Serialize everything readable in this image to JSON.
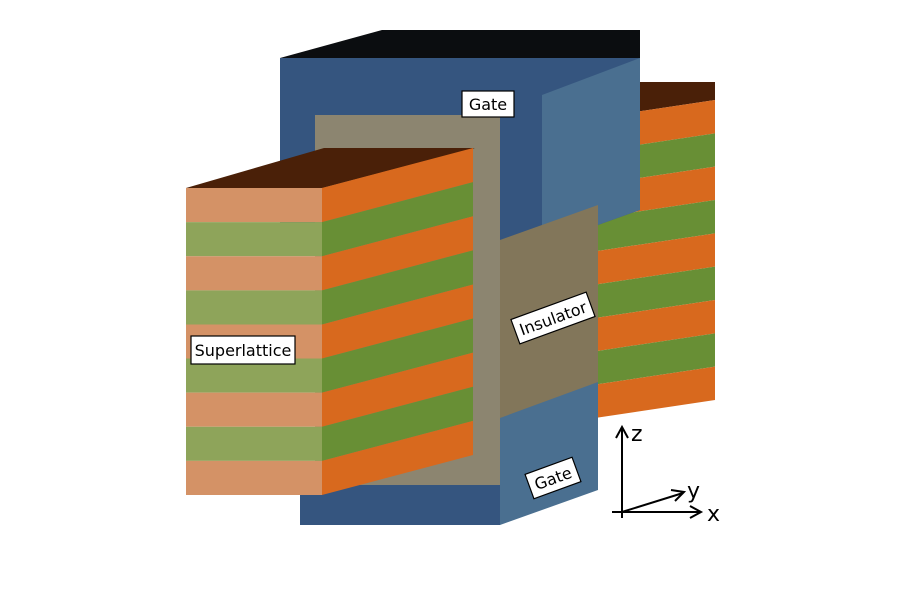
{
  "labels": {
    "gate_top": "Gate",
    "gate_bottom": "Gate",
    "insulator": "Insulator",
    "superlattice": "Superlattice"
  },
  "axes": {
    "x": "x",
    "y": "y",
    "z": "z"
  },
  "colors": {
    "gate_front": "#35557f",
    "gate_side": "#4a6f90",
    "gate_top": "#0b0d10",
    "insulator_front": "#8c8570",
    "insulator_side": "#82765a",
    "orange_front": "#d49266",
    "green_front": "#8ea45a",
    "orange_side": "#d8691e",
    "green_side": "#688f35",
    "lattice_top": "#4a2008"
  }
}
